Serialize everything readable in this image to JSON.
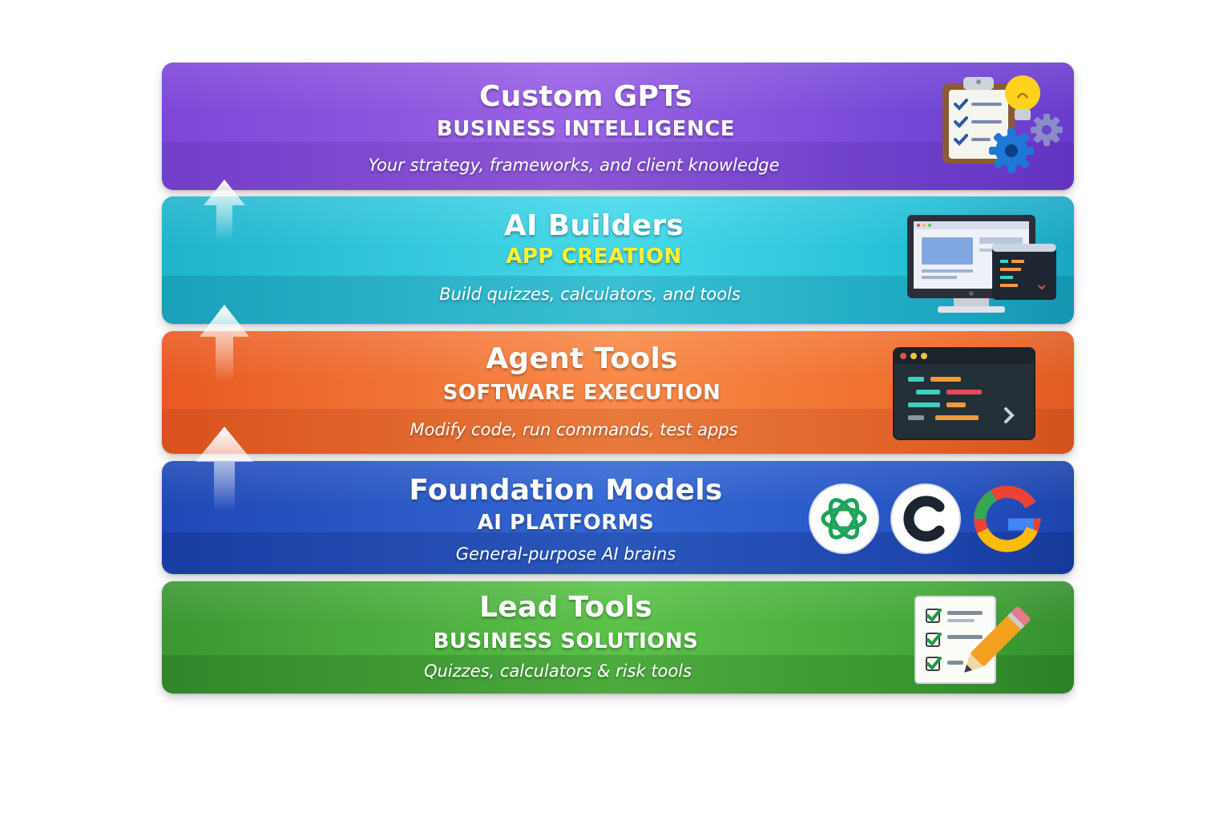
{
  "layers": [
    {
      "title": "Custom GPTs",
      "subtitle": "BUSINESS INTELLIGENCE",
      "description": "Your strategy, frameworks, and client knowledge",
      "color": "#7a45d6",
      "icon": "clipboard-lightbulb-gears-icon"
    },
    {
      "title": "AI Builders",
      "subtitle": "APP CREATION",
      "description": "Build quizzes, calculators, and tools",
      "color": "#22bcd4",
      "subtitle_color": "#fff22e",
      "icon": "computer-monitor-app-icon"
    },
    {
      "title": "Agent Tools",
      "subtitle": "SOFTWARE EXECUTION",
      "description": "Modify code, run commands, test apps",
      "color": "#f06a2a",
      "icon": "code-terminal-icon"
    },
    {
      "title": "Foundation Models",
      "subtitle": "AI PLATFORMS",
      "description": "General-purpose AI brains",
      "color": "#2451c0",
      "icon": "ai-platform-logos-icon",
      "logos": [
        "openai-logo-icon",
        "c-logo-icon",
        "google-logo-icon"
      ]
    },
    {
      "title": "Lead Tools",
      "subtitle": "BUSINESS SOLUTIONS",
      "description": "Quizzes, calculators & risk tools",
      "color": "#3f9e35",
      "icon": "checklist-pencil-icon"
    }
  ],
  "arrows": [
    "up-arrow-icon",
    "up-arrow-icon",
    "up-arrow-icon"
  ]
}
